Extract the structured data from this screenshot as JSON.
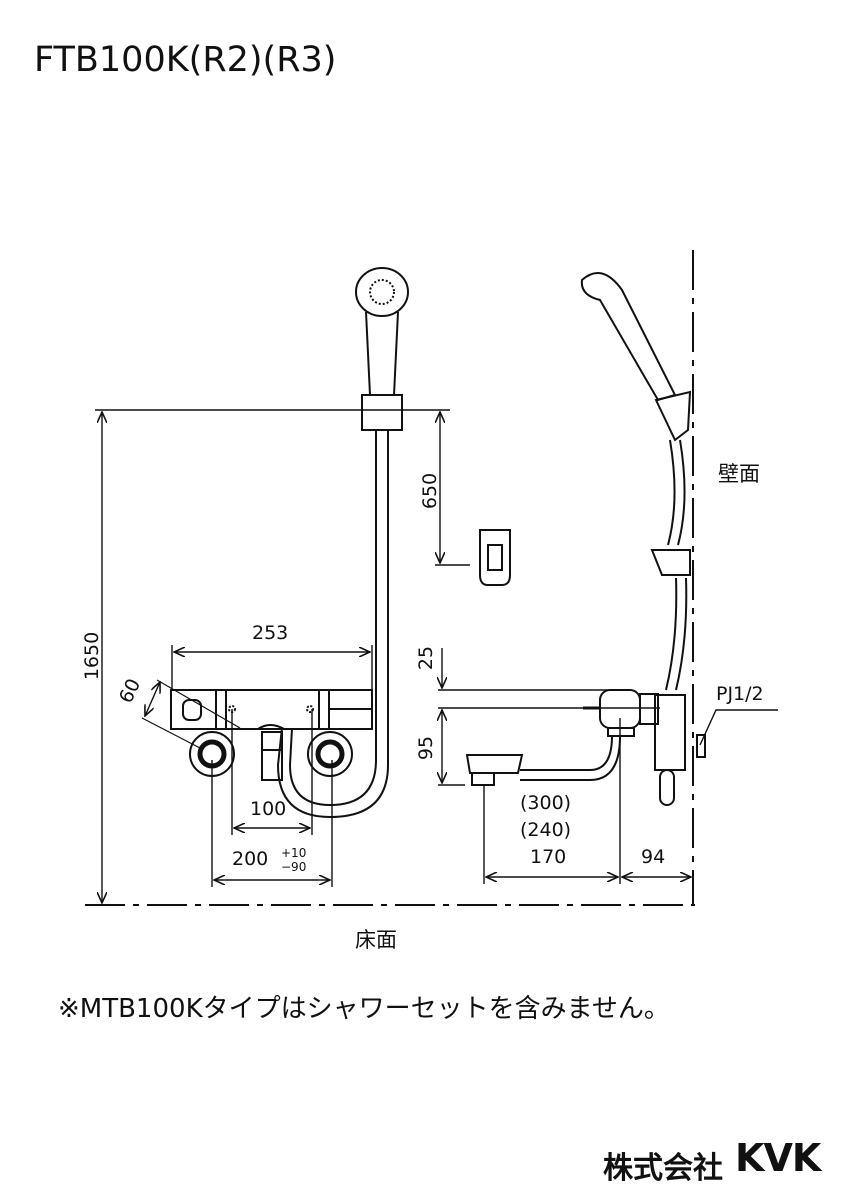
{
  "title": "FTB100K(R2)(R3)",
  "front_view": {
    "height_total": "1650",
    "holder_range": "650",
    "body_width": "253",
    "depth": "60",
    "center_spacing": "100",
    "inlet_spacing": "200",
    "tolerance_plus": "+10",
    "tolerance_minus": "−90"
  },
  "side_view": {
    "top_offset": "25",
    "spout_height": "95",
    "spout_length_1": "(300)",
    "spout_length_2": "(240)",
    "spout_length_3": "170",
    "wall_offset": "94",
    "connection": "PJ1/2",
    "wall_label": "壁面"
  },
  "floor_label": "床面",
  "note": "※MTB100Kタイプはシャワーセットを含みません。",
  "brand": {
    "company": "株式会社",
    "logo": "KVK"
  }
}
